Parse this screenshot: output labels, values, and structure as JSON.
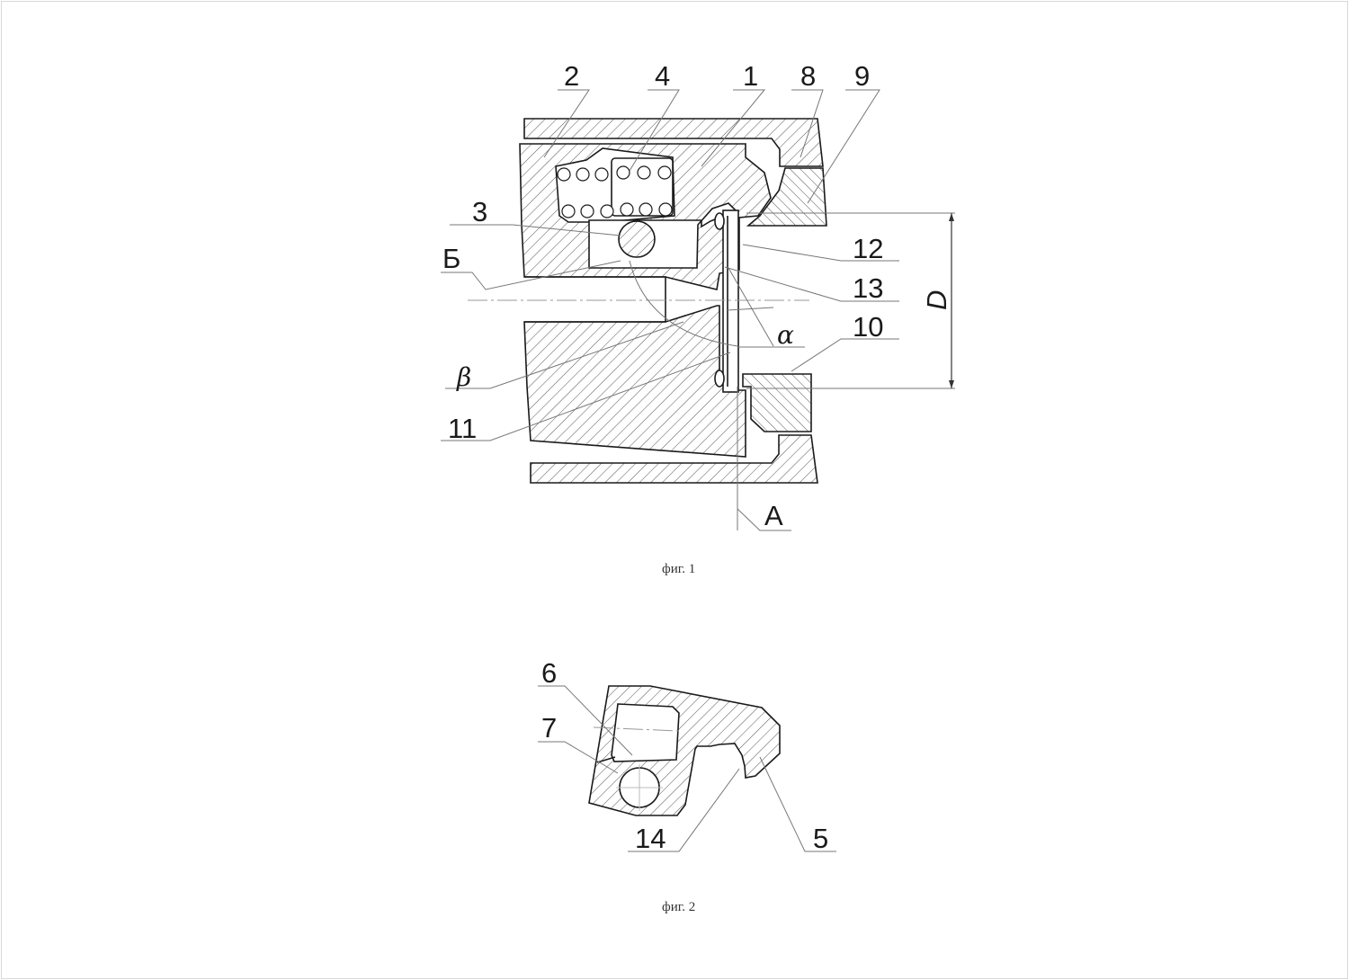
{
  "figure1": {
    "caption": "фиг. 1",
    "labels": {
      "l1": "1",
      "l2": "2",
      "l3": "3",
      "l4": "4",
      "l8": "8",
      "l9": "9",
      "l10": "10",
      "l11": "11",
      "l12": "12",
      "l13": "13",
      "section_b": "Б",
      "plane_a": "A",
      "dimension_d": "D",
      "angle_alpha": "α",
      "angle_beta": "β"
    }
  },
  "figure2": {
    "caption": "фиг. 2",
    "labels": {
      "l5": "5",
      "l6": "6",
      "l7": "7",
      "l14": "14"
    }
  },
  "colors": {
    "line": "#1a1a1a",
    "leader": "#777777",
    "hatch": "#555555",
    "background": "#ffffff"
  }
}
